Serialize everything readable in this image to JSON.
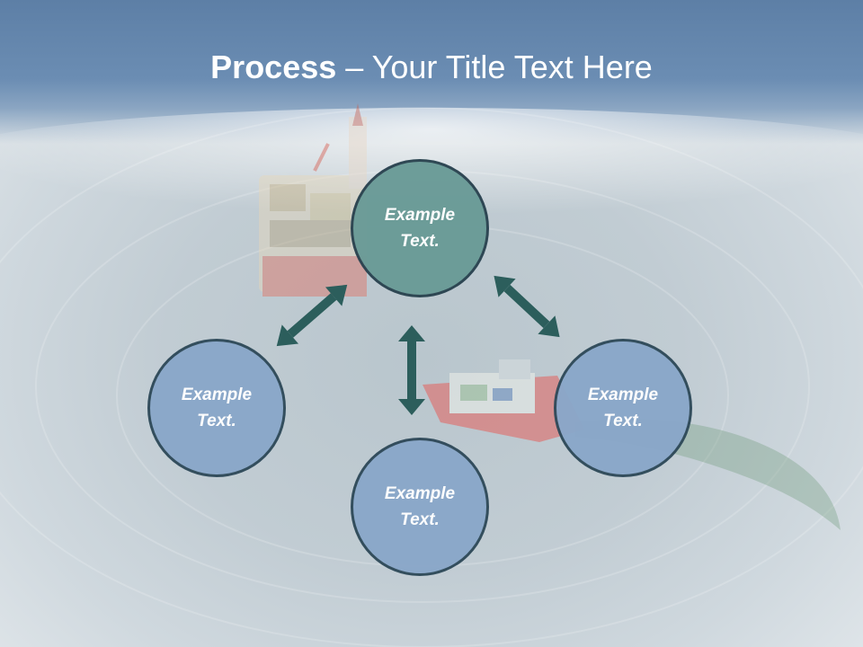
{
  "title": {
    "bold": "Process",
    "separator": " – ",
    "rest": "Your Title Text Here"
  },
  "nodes": {
    "top": {
      "line1": "Example",
      "line2": "Text."
    },
    "left": {
      "line1": "Example",
      "line2": "Text."
    },
    "right": {
      "line1": "Example",
      "line2": "Text."
    },
    "bottom": {
      "line1": "Example",
      "line2": "Text."
    }
  },
  "colors": {
    "top_node": "#6a9b97",
    "other_nodes": "#8aa7c9",
    "node_border": "#2f4a5a",
    "arrow": "#2c5e5c",
    "title_text": "#ffffff",
    "sky": "#6b8db3"
  },
  "background": {
    "description_icon": "offshore-rig-and-ship-aerial-photo"
  }
}
